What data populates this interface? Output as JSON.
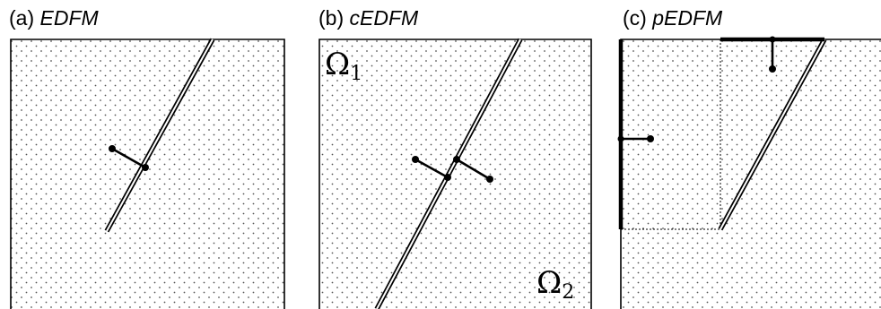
{
  "panels": [
    {
      "id": "a",
      "prefix": "(a)",
      "name": "EDFM"
    },
    {
      "id": "b",
      "prefix": "(b)",
      "name": "cEDFM"
    },
    {
      "id": "c",
      "prefix": "(c)",
      "name": "pEDFM"
    }
  ],
  "domains": {
    "omega1": {
      "symbol": "Ω",
      "sub": "1"
    },
    "omega2": {
      "symbol": "Ω",
      "sub": "2"
    }
  },
  "colors": {
    "stroke": "#000000",
    "stipple": "#555555",
    "background": "#ffffff"
  }
}
